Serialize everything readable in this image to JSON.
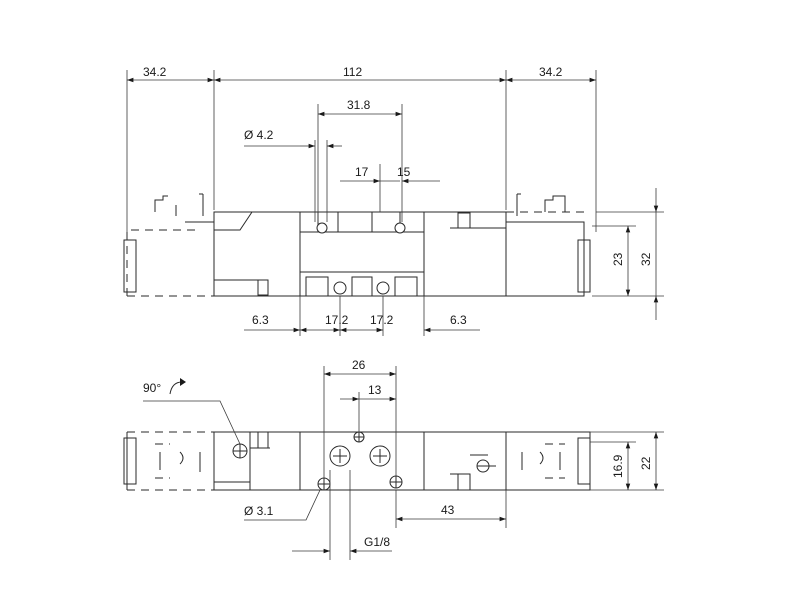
{
  "dimensions": {
    "top_left_34_2": "34.2",
    "top_112": "112",
    "top_right_34_2": "34.2",
    "top_31_8": "31.8",
    "top_d4_2": "Ø 4.2",
    "top_17": "17",
    "top_15": "15",
    "top_23": "23",
    "top_32": "32",
    "top_6_3_left": "6.3",
    "top_17_2_a": "17.2",
    "top_17_2_b": "17.2",
    "top_6_3_right": "6.3",
    "bot_26": "26",
    "bot_13": "13",
    "bot_90": "90°",
    "bot_16_9": "16.9",
    "bot_22": "22",
    "bot_d3_1": "Ø 3.1",
    "bot_43": "43",
    "bot_g1_8": "G1/8"
  }
}
